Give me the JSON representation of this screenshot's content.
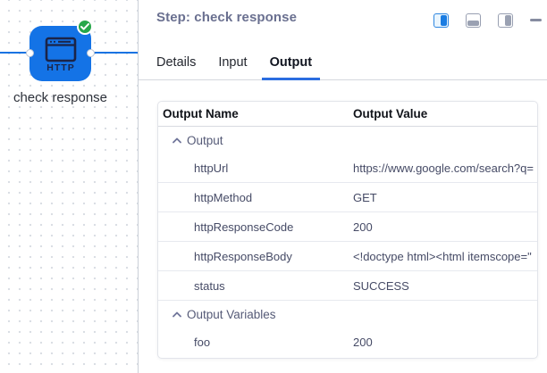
{
  "canvas": {
    "node": {
      "type_label": "HTTP",
      "name": "check response",
      "status": "success"
    }
  },
  "panel": {
    "header": {
      "title": "Step: check response"
    },
    "tabs": {
      "details": "Details",
      "input": "Input",
      "output": "Output",
      "active": "Output"
    },
    "table": {
      "columns": {
        "name": "Output Name",
        "value": "Output Value"
      },
      "sections": [
        {
          "label": "Output",
          "collapsed": false,
          "items": [
            {
              "name": "httpUrl",
              "value": "https://www.google.com/search?q="
            },
            {
              "name": "httpMethod",
              "value": "GET"
            },
            {
              "name": "httpResponseCode",
              "value": "200"
            },
            {
              "name": "httpResponseBody",
              "value": "<!doctype html><html itemscope=\""
            },
            {
              "name": "status",
              "value": "SUCCESS"
            }
          ]
        },
        {
          "label": "Output Variables",
          "collapsed": false,
          "items": [
            {
              "name": "foo",
              "value": "200"
            }
          ]
        }
      ]
    }
  },
  "colors": {
    "node_blue": "#1473e6",
    "success_green": "#27a74a",
    "active_tab_underline": "#2b6de0"
  }
}
